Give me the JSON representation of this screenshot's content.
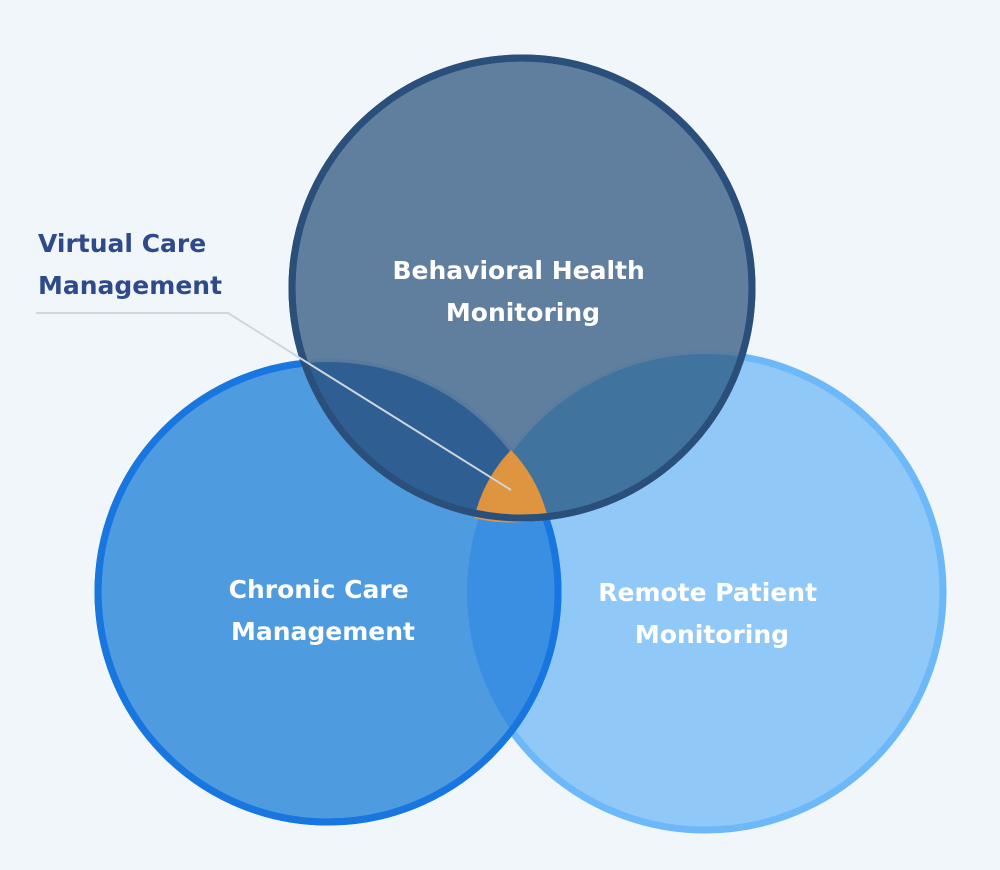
{
  "diagram": {
    "type": "venn",
    "sets": [
      {
        "id": "behavioral",
        "lines": [
          "Behavioral Health",
          "Monitoring"
        ],
        "fill": "#5b7b9b",
        "stroke": "#2a4f7a"
      },
      {
        "id": "chronic",
        "lines": [
          "Chronic Care",
          "Management"
        ],
        "fill": "#4f9be0",
        "stroke": "#1876e0"
      },
      {
        "id": "remote",
        "lines": [
          "Remote Patient",
          "Monitoring"
        ],
        "fill": "#90c8f8",
        "stroke": "#6cb8f8"
      }
    ],
    "intersection": {
      "lines": [
        "Virtual Care",
        "Management"
      ],
      "highlight_color": "#e8963a",
      "label_color": "#2f4a8a",
      "leader_color": "#cfd6de"
    }
  }
}
